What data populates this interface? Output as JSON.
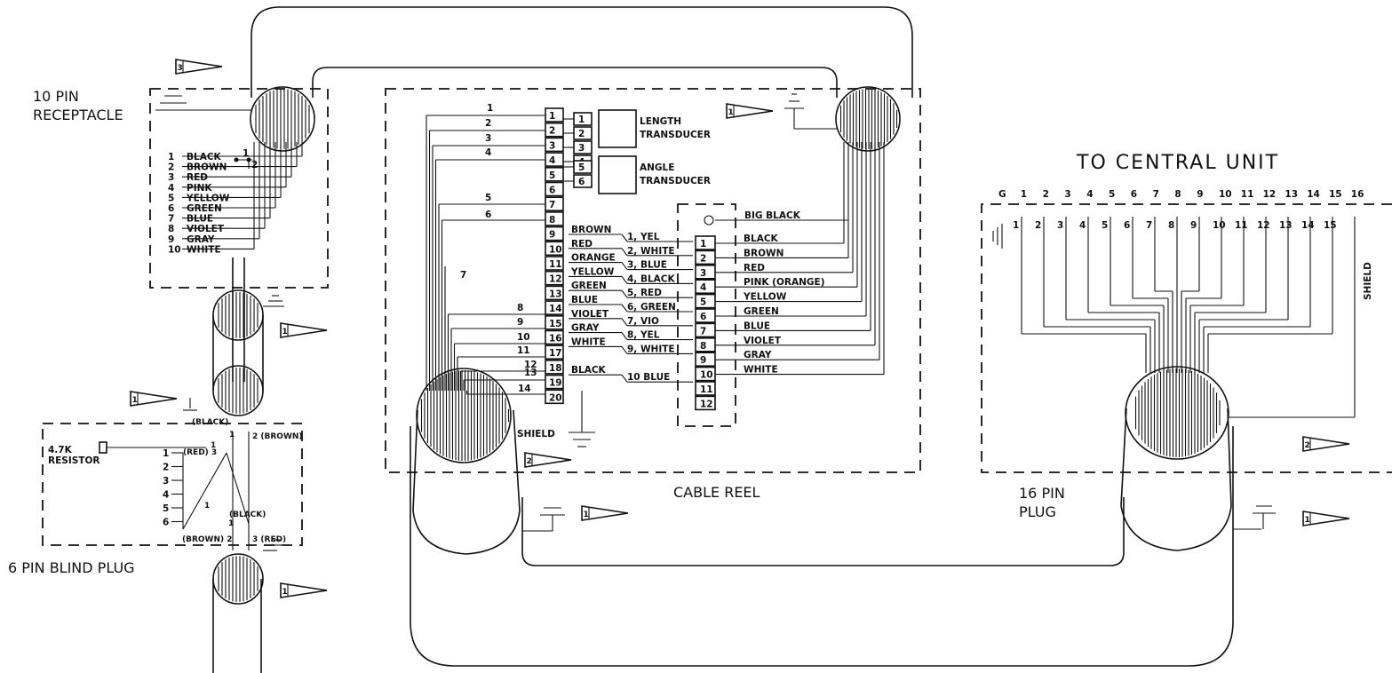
{
  "labels": {
    "receptacle": [
      "10 PIN",
      "RECEPTACLE"
    ],
    "central_unit": "TO CENTRAL UNIT",
    "cable_reel": "CABLE REEL",
    "plug16": [
      "16 PIN",
      "PLUG"
    ],
    "blind_plug": "6 PIN BLIND PLUG",
    "resistor": [
      "4.7K",
      "RESISTOR"
    ],
    "length_transducer": [
      "LENGTH",
      "TRANSDUCER"
    ],
    "angle_transducer": [
      "ANGLE",
      "TRANSDUCER"
    ],
    "shield": "SHIELD",
    "big_black": "BIG BLACK",
    "shield_vertical": "SHIELD"
  },
  "receptacle_wires": [
    {
      "pin": "1",
      "color": "BLACK"
    },
    {
      "pin": "2",
      "color": "BROWN"
    },
    {
      "pin": "3",
      "color": "RED"
    },
    {
      "pin": "4",
      "color": "PINK"
    },
    {
      "pin": "5",
      "color": "YELLOW"
    },
    {
      "pin": "6",
      "color": "GREEN"
    },
    {
      "pin": "7",
      "color": "BLUE"
    },
    {
      "pin": "8",
      "color": "VIOLET"
    },
    {
      "pin": "9",
      "color": "GRAY"
    },
    {
      "pin": "10",
      "color": "WHITE"
    }
  ],
  "receptacle_jumper_pins": [
    "1",
    "2"
  ],
  "flags": [
    {
      "id": "f3",
      "text": "3"
    },
    {
      "id": "f1a",
      "text": "1"
    },
    {
      "id": "f1b",
      "text": "1"
    },
    {
      "id": "f1c",
      "text": "1"
    },
    {
      "id": "f2a",
      "text": "2"
    },
    {
      "id": "f1d",
      "text": "1"
    },
    {
      "id": "f2b",
      "text": "2"
    },
    {
      "id": "f1e",
      "text": "1"
    },
    {
      "id": "f1f",
      "text": "1"
    }
  ],
  "blind_plug": {
    "pins": [
      "1",
      "2",
      "3",
      "4",
      "5",
      "6"
    ],
    "notes": {
      "black": "(BLACK)",
      "brown2": "2 (BROWN)",
      "red3": "(RED) 3",
      "black1": "1",
      "black_mid": "(BLACK)",
      "brown_bottom": "(BROWN) 2",
      "red_bottom": "3 (RED)",
      "one_a": "1",
      "one_b": "1",
      "one_c": "1"
    }
  },
  "left_terminal": [
    "1",
    "2",
    "3",
    "4",
    "5",
    "6",
    "7",
    "8",
    "9",
    "10",
    "11",
    "12",
    "13",
    "14",
    "15",
    "16",
    "17",
    "18",
    "19",
    "20"
  ],
  "left_wire_numbers": [
    "1",
    "2",
    "3",
    "4",
    "5",
    "6",
    "7",
    "8",
    "9",
    "10",
    "11",
    "12",
    "13",
    "14"
  ],
  "length_terminal": [
    "1",
    "2",
    "3",
    "4"
  ],
  "angle_terminal": [
    "5",
    "6"
  ],
  "reel_wires": [
    {
      "left": "BROWN",
      "right": "1, YEL"
    },
    {
      "left": "RED",
      "right": "2, WHITE"
    },
    {
      "left": "ORANGE",
      "right": "3, BLUE"
    },
    {
      "left": "YELLOW",
      "right": "4, BLACK"
    },
    {
      "left": "GREEN",
      "right": "5, RED"
    },
    {
      "left": "BLUE",
      "right": "6, GREEN"
    },
    {
      "left": "VIOLET",
      "right": "7, VIO"
    },
    {
      "left": "GRAY",
      "right": "8, YEL"
    },
    {
      "left": "WHITE",
      "right": "9, WHITE"
    },
    {
      "left": "BLACK",
      "right": "10 BLUE"
    }
  ],
  "right_terminal": [
    "1",
    "2",
    "3",
    "4",
    "5",
    "6",
    "7",
    "8",
    "9",
    "10",
    "11",
    "12"
  ],
  "right_wires": [
    "BLACK",
    "BROWN",
    "RED",
    "PINK (ORANGE)",
    "YELLOW",
    "GREEN",
    "BLUE",
    "VIOLET",
    "GRAY",
    "WHITE"
  ],
  "plug16_top_pins": [
    "G",
    "1",
    "2",
    "3",
    "4",
    "5",
    "6",
    "7",
    "8",
    "9",
    "10",
    "11",
    "12",
    "13",
    "14",
    "15",
    "16"
  ],
  "plug16_inner_pins": [
    "1",
    "2",
    "3",
    "4",
    "5",
    "6",
    "7",
    "8",
    "9",
    "10",
    "11",
    "12",
    "13",
    "14",
    "15"
  ]
}
